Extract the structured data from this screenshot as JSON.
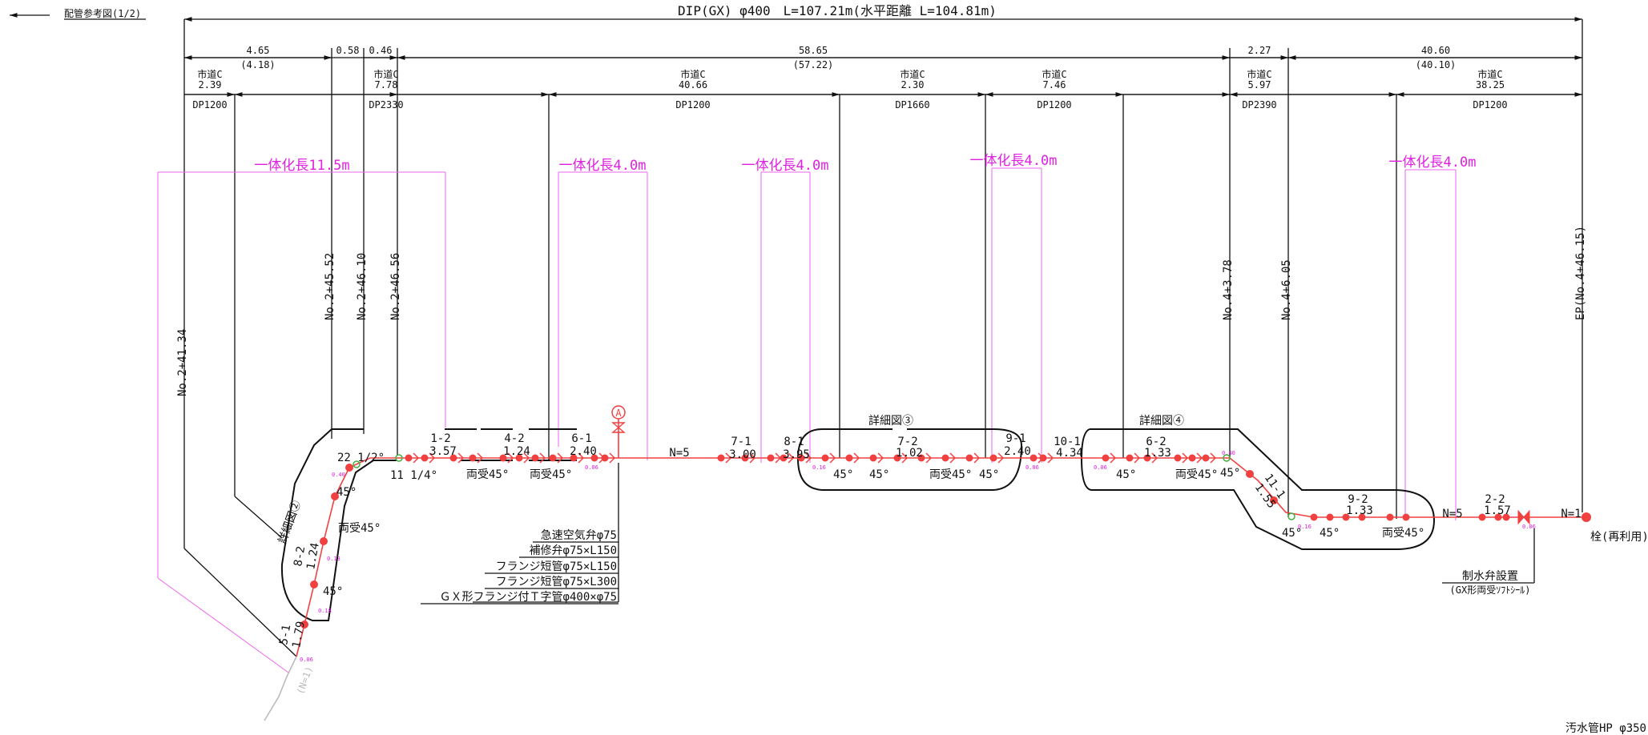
{
  "header": {
    "ref_label": "配管参考図(1/2)",
    "title": "DIP(GX) φ400　L=107.21m(水平距離 L=104.81m)"
  },
  "dims": [
    {
      "v": "4.65",
      "s": "(4.18)"
    },
    {
      "v": "0.58",
      "s": ""
    },
    {
      "v": "0.46",
      "s": ""
    },
    {
      "v": "58.65",
      "s": "(57.22)"
    },
    {
      "v": "2.27",
      "s": ""
    },
    {
      "v": "40.60",
      "s": "(40.10)"
    }
  ],
  "roads": [
    {
      "name": "市道C",
      "len": "2.39",
      "pave": "DP1200"
    },
    {
      "name": "市道C",
      "len": "7.78",
      "pave": "DP2330"
    },
    {
      "name": "市道C",
      "len": "40.66",
      "pave": "DP1200"
    },
    {
      "name": "市道C",
      "len": "2.30",
      "pave": "DP1660"
    },
    {
      "name": "市道C",
      "len": "7.46",
      "pave": "DP1200"
    },
    {
      "name": "市道C",
      "len": "5.97",
      "pave": "DP2390"
    },
    {
      "name": "市道C",
      "len": "38.25",
      "pave": "DP1200"
    }
  ],
  "integration": [
    "一体化長11.5m",
    "一体化長4.0m",
    "一体化長4.0m",
    "一体化長4.0m",
    "一体化長4.0m"
  ],
  "stations": [
    "No.2+41.34",
    "No.2+45.52",
    "No.2+46.10",
    "No.2+46.56",
    "No.4+3.78",
    "No.4+6.05",
    "EP(No.4+46.15)"
  ],
  "details": [
    "詳細図②",
    "詳細図③",
    "詳細図④"
  ],
  "segments": [
    {
      "n": "1-2",
      "l": "3.57"
    },
    {
      "n": "4-2",
      "l": "1.24"
    },
    {
      "n": "6-1",
      "l": "2.40"
    },
    {
      "n": "7-1",
      "l": "3.00"
    },
    {
      "n": "8-1",
      "l": "3.95"
    },
    {
      "n": "7-2",
      "l": "1.02"
    },
    {
      "n": "9-1",
      "l": "2.40"
    },
    {
      "n": "10-1",
      "l": "4.34"
    },
    {
      "n": "6-2",
      "l": "1.33"
    },
    {
      "n": "11-1",
      "l": "1.55"
    },
    {
      "n": "9-2",
      "l": "1.33"
    },
    {
      "n": "2-2",
      "l": "1.57"
    },
    {
      "n": "8-2",
      "l": "1.24"
    },
    {
      "n": "5-1",
      "l": "1.79"
    }
  ],
  "angles": {
    "a1": "22 1/2°",
    "a2": "11 1/4°",
    "a3": "45°",
    "a4": "両受45°",
    "a5": "両受45°",
    "a6": "両受45°",
    "a7": "45°",
    "a8": "45°",
    "a9": "45°",
    "a10": "両受45°",
    "a11": "45°",
    "a12": "45°",
    "a13": "両受45°",
    "a14": "45°",
    "a15": "45°",
    "a16": "45°",
    "a17": "両受45°"
  },
  "labels": {
    "n5a": "N=5",
    "n5b": "N=5",
    "n1": "N=1",
    "air_mark": "A",
    "hydrant": "栓(再利用)",
    "valve1": "制水弁設置",
    "valve2": "(GX形両受ｿﾌﾄｼｰﾙ)",
    "existing": "(N=1)",
    "bottom": "汚水管HP φ350"
  },
  "callouts": [
    "急速空気弁φ75",
    "補修弁φ75×L150",
    "フランジ短管φ75×L150",
    "フランジ短管φ75×L300",
    "ＧＸ形フランジ付Ｔ字管φ400×φ75"
  ],
  "tags": [
    "0.06",
    "0.18",
    "0.13",
    "0.40",
    "0.06",
    "0.40",
    "0.16",
    "0.06",
    "0.06",
    "0.16",
    "0.06"
  ],
  "colors": {
    "pipe": "#f04040",
    "annotation": "#e020e0",
    "line": "#111111",
    "existing": "#bbbbbb"
  }
}
